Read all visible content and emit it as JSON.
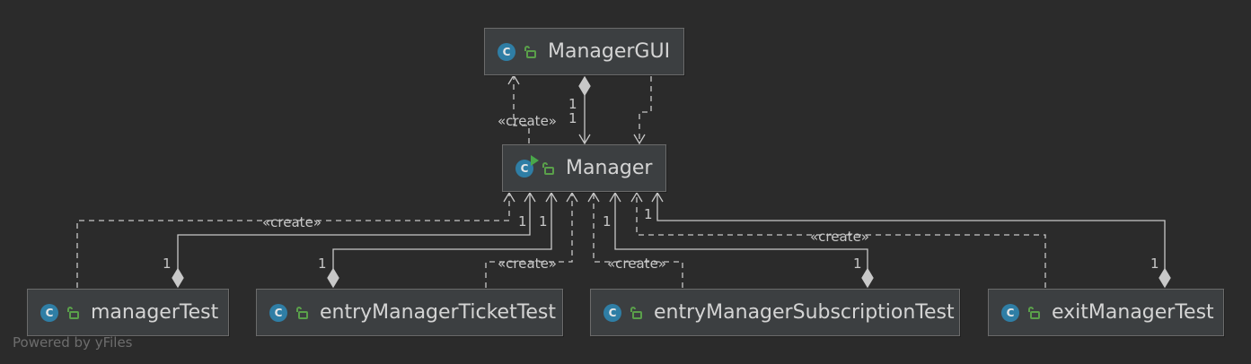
{
  "nodes": {
    "manager_gui": "ManagerGUI",
    "manager": "Manager",
    "manager_test": "managerTest",
    "entry_ticket_test": "entryManagerTicketTest",
    "entry_subscription_test": "entryManagerSubscriptionTest",
    "exit_test": "exitManagerTest"
  },
  "class_icon_letter": "C",
  "edge_labels": {
    "create": "«create»",
    "one": "1"
  },
  "watermark": "Powered by yFiles",
  "colors": {
    "background": "#2b2b2b",
    "node_fill": "#3c3f41",
    "node_border": "#6b6b6b",
    "class_icon": "#2f7ea5",
    "lock_icon": "#5aa04a",
    "edge": "#c8c8c8"
  }
}
